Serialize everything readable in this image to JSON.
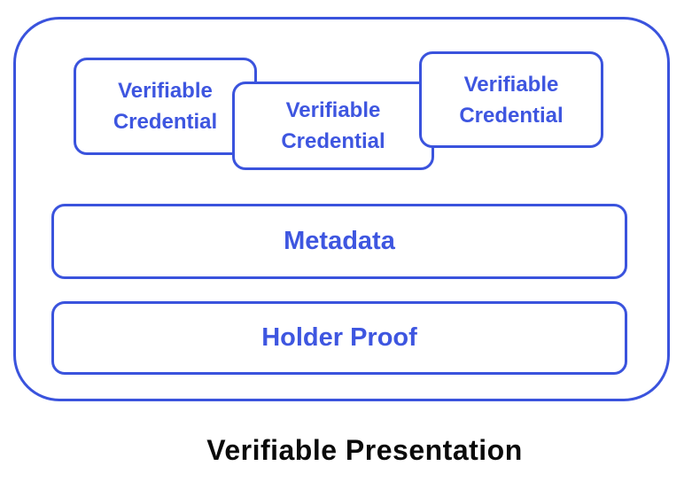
{
  "diagram": {
    "caption": "Verifiable Presentation",
    "outer_container": {
      "name": "verifiable-presentation-envelope"
    },
    "credentials": [
      {
        "label": "Verifiable Credential"
      },
      {
        "label": "Verifiable Credential"
      },
      {
        "label": "Verifiable Credential"
      }
    ],
    "metadata_label": "Metadata",
    "holder_proof_label": "Holder Proof",
    "colors": {
      "border_blue": "#3a53dd",
      "text_blue": "#3e56e0",
      "caption_black": "#0a0a0a",
      "background": "#ffffff"
    }
  }
}
